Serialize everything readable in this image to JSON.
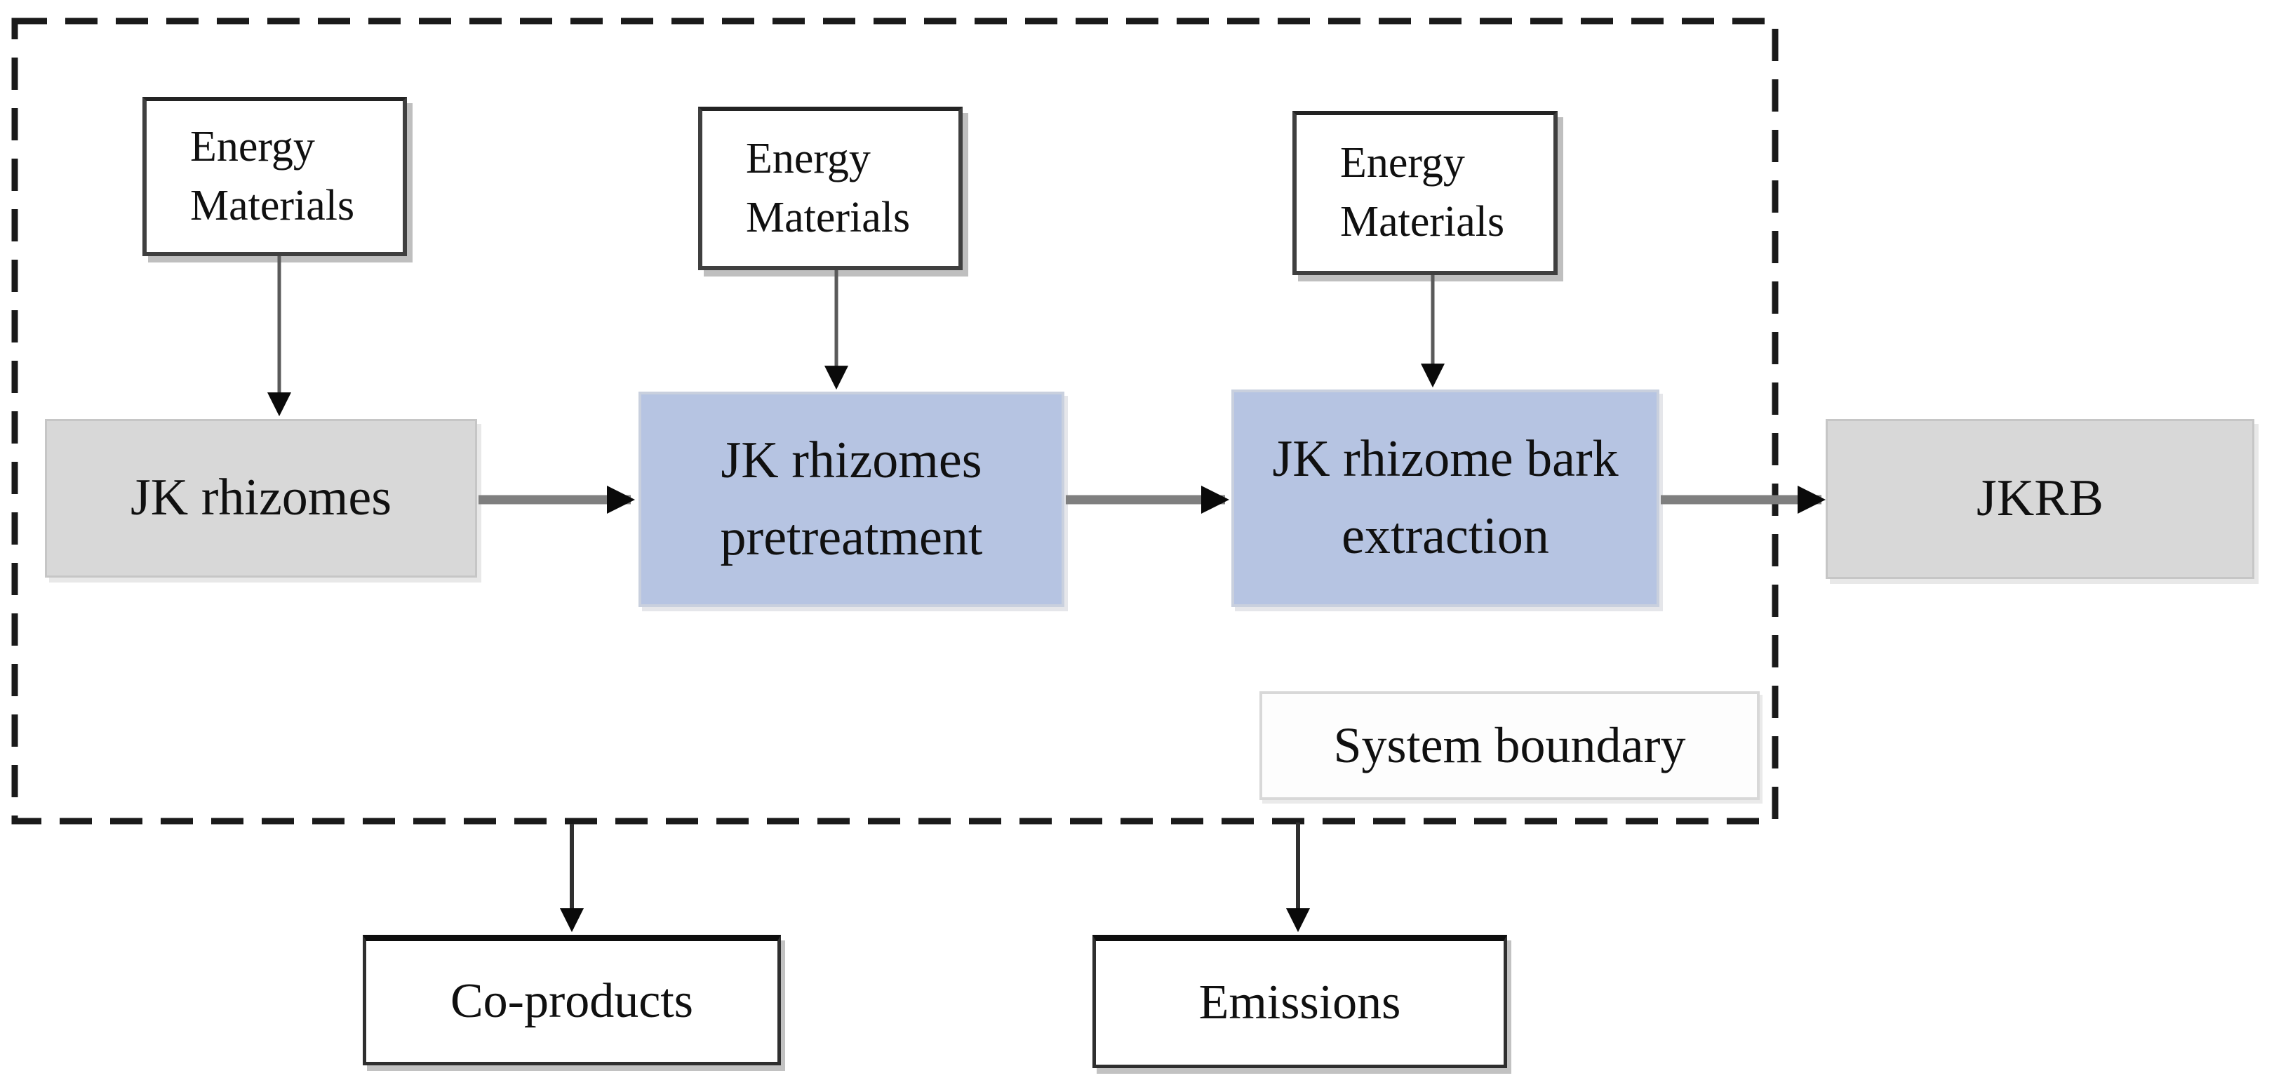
{
  "boundary": {
    "label": "System boundary"
  },
  "inputs": [
    {
      "label": "Energy\nMaterials"
    },
    {
      "label": "Energy\nMaterials"
    },
    {
      "label": "Energy\nMaterials"
    }
  ],
  "process_chain": {
    "feedstock": {
      "label": "JK rhizomes"
    },
    "pretreatment": {
      "label": "JK rhizomes\npretreatment"
    },
    "extraction": {
      "label": "JK rhizome bark\nextraction"
    },
    "product": {
      "label": "JKRB"
    }
  },
  "outputs": {
    "co_products": {
      "label": "Co-products"
    },
    "emissions": {
      "label": "Emissions"
    }
  },
  "colors": {
    "process_step_fill": "#b6c4e2",
    "terminal_fill": "#d8d8d8",
    "io_box_fill": "#ffffff",
    "connector_gray": "#7f7f7f",
    "arrowhead_black": "#0a0a0a",
    "boundary_dash": "#1a1a1a"
  }
}
